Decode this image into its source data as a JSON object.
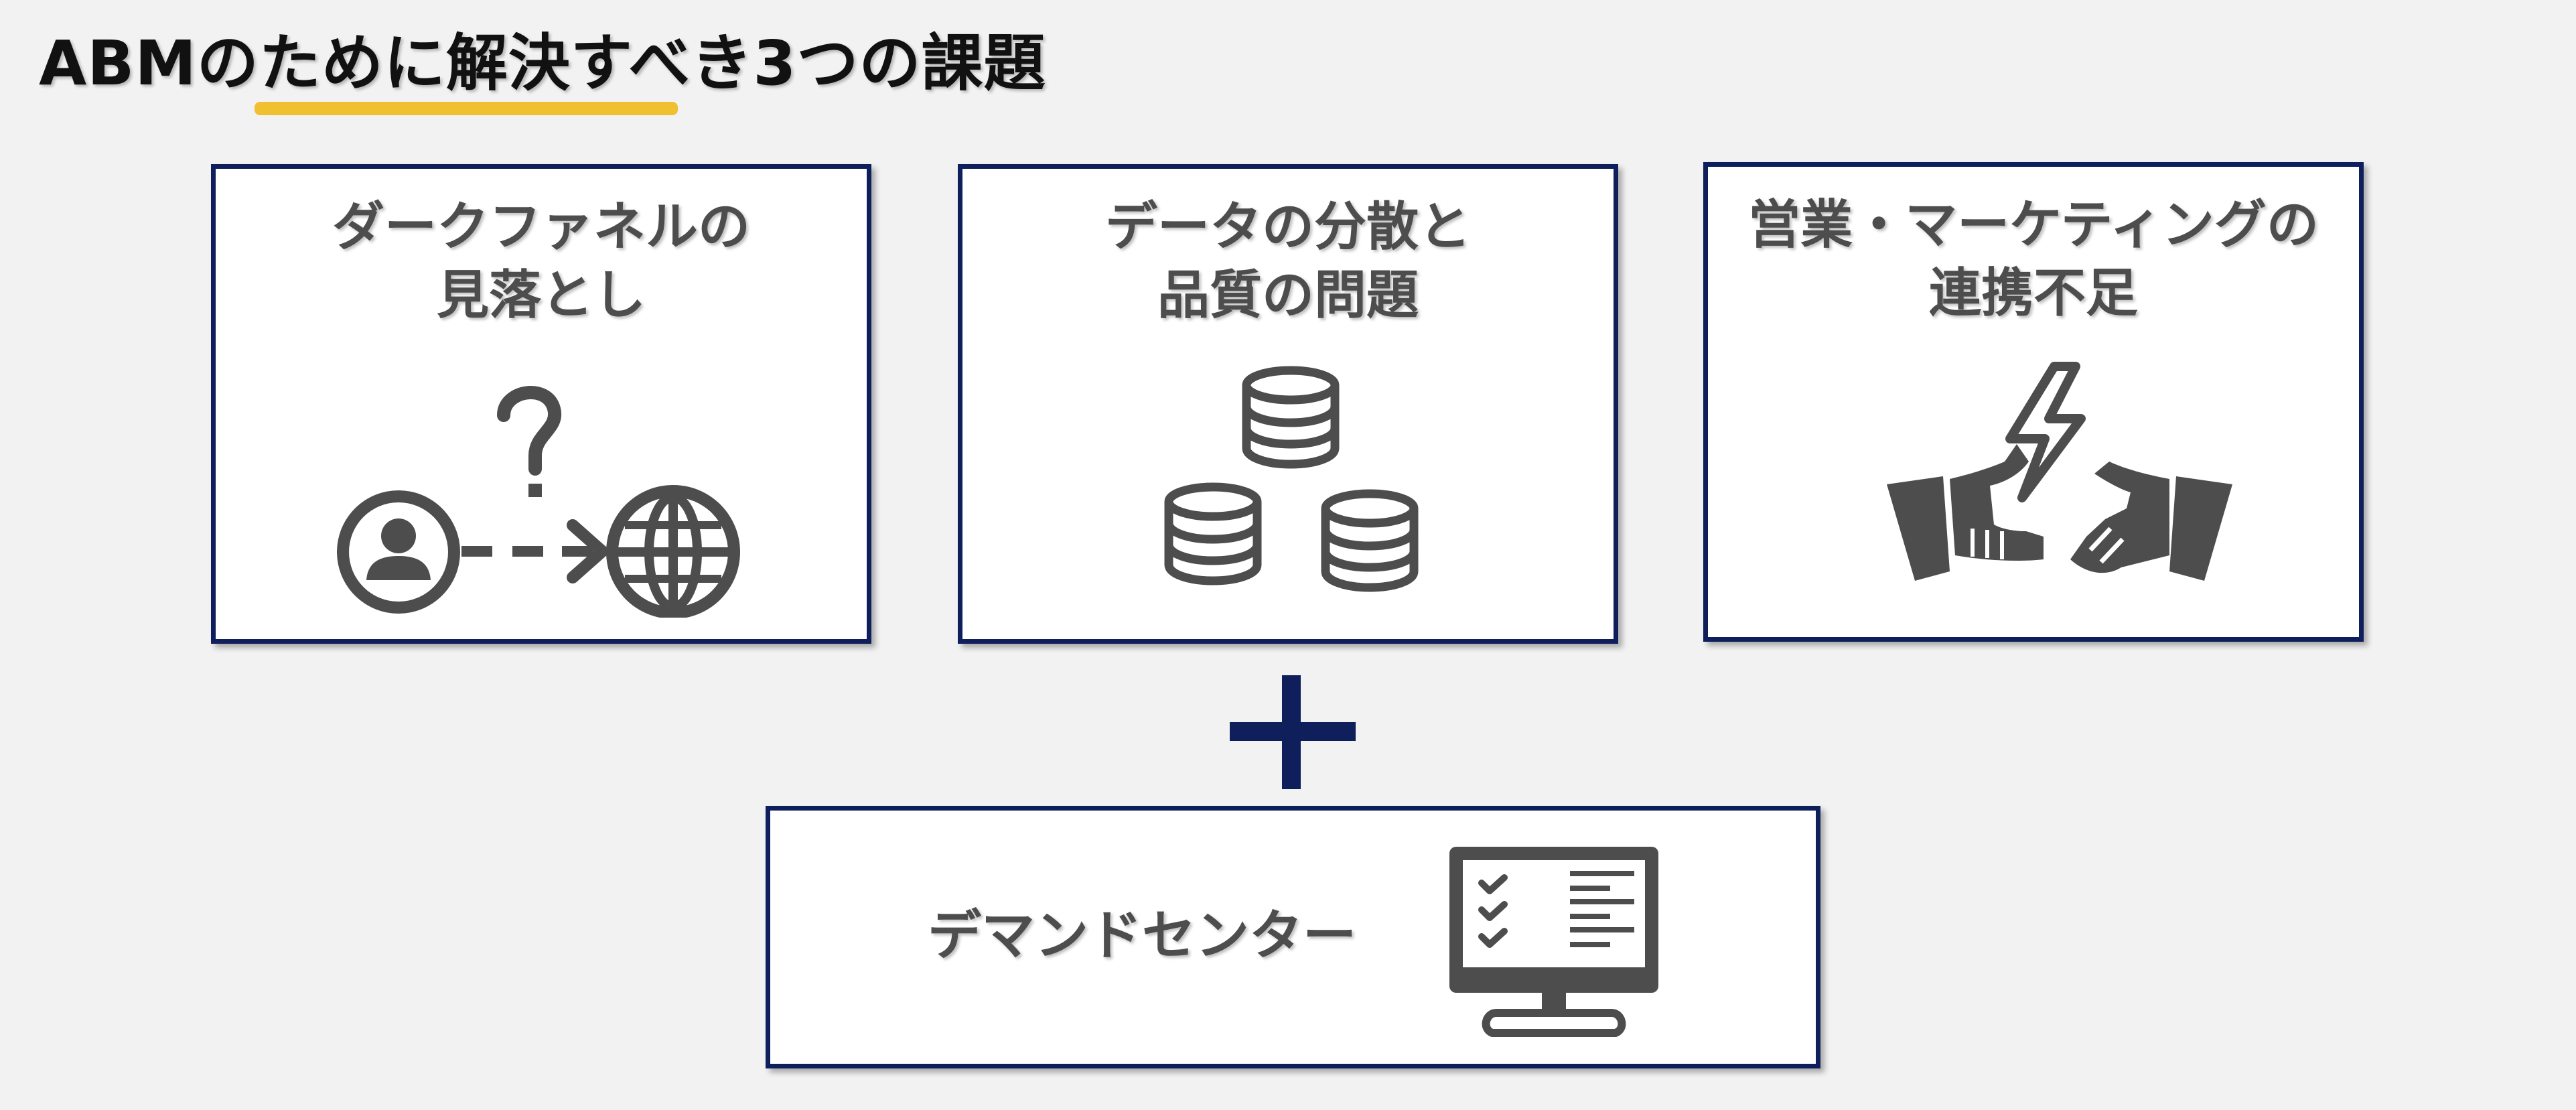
{
  "slide": {
    "title": "ABMのために解決すべき3つの課題"
  },
  "challenges": [
    {
      "title_line1": "ダークファネルの",
      "title_line2": "見落とし",
      "icon": "person-question-globe-icon"
    },
    {
      "title_line1": "データの分散と",
      "title_line2": "品質の問題",
      "icon": "database-stack-icon"
    },
    {
      "title_line1": "営業・マーケティングの",
      "title_line2": "連携不足",
      "icon": "broken-handshake-icon"
    }
  ],
  "plus": {
    "icon": "plus-icon"
  },
  "solution": {
    "label": "デマンドセンター",
    "icon": "monitor-checklist-icon"
  },
  "colors": {
    "background": "#f2f2f2",
    "card_border": "#0e1f5c",
    "accent_underline": "#f0c030",
    "icon_gray": "#4d4d4d",
    "text_gray": "#4d4d4d",
    "title_text": "#111111",
    "plus_navy": "#0e1f5c"
  }
}
